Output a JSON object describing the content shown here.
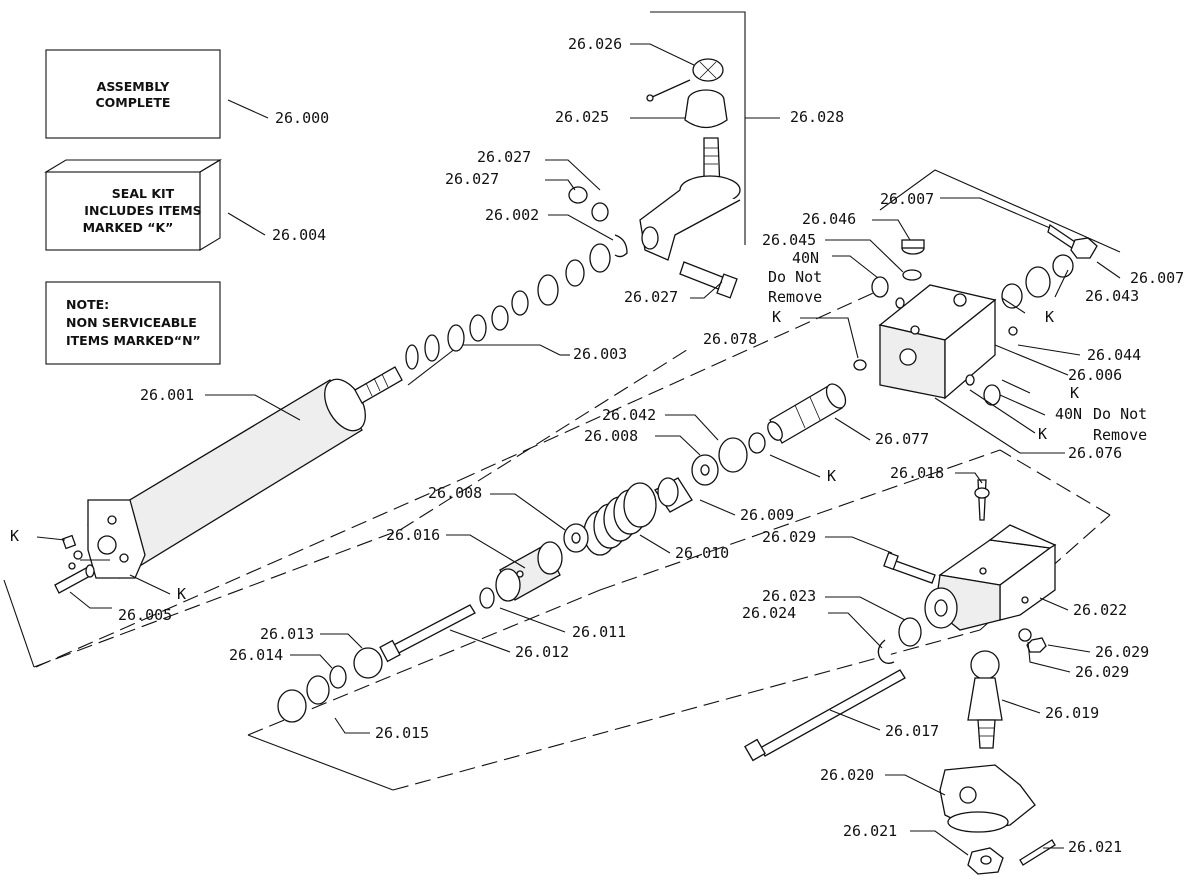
{
  "notes": {
    "assembly_line1": "ASSEMBLY",
    "assembly_line2": "COMPLETE",
    "seal_line1": "SEAL    KIT",
    "seal_line2": "INCLUDES ITEMS",
    "seal_line3": "MARKED “K”",
    "note_line1": "NOTE:",
    "note_line2": "NON SERVICEABLE",
    "note_line3": "ITEMS MARKED“N”"
  },
  "labels": {
    "p26000": "26.000",
    "p26004": "26.004",
    "p26026": "26.026",
    "p26025": "26.025",
    "p26028": "26.028",
    "p26027a": "26.027",
    "p26027b": "26.027",
    "p26027c": "26.027",
    "p26002": "26.002",
    "p26003": "26.003",
    "p26001": "26.001",
    "p26005": "26.005",
    "k1": "K",
    "k2": "K",
    "p26046": "26.046",
    "p26045": "26.045",
    "n40a": "40N",
    "donot1": "Do Not",
    "remove1": "Remove",
    "p26007a": "26.007",
    "p26007b": "26.007",
    "p26043": "26.043",
    "k3": "K",
    "k4": "K",
    "p26078": "26.078",
    "p26044": "26.044",
    "p26006": "26.006",
    "k5": "K",
    "n40b": "40N",
    "donot2": "Do Not",
    "remove2": "Remove",
    "k6": "K",
    "p26076": "26.076",
    "p26077": "26.077",
    "p26042": "26.042",
    "p26008a": "26.008",
    "k7": "K",
    "p26008b": "26.008",
    "p26009": "26.009",
    "p26010": "26.010",
    "p26016": "26.016",
    "p26011": "26.011",
    "p26012": "26.012",
    "p26013": "26.013",
    "p26014": "26.014",
    "p26015": "26.015",
    "p26018": "26.018",
    "p26029a": "26.029",
    "p26022": "26.022",
    "p26023": "26.023",
    "p26024": "26.024",
    "p26029b": "26.029",
    "p26029c": "26.029",
    "p26019": "26.019",
    "p26017": "26.017",
    "p26020": "26.020",
    "p26021a": "26.021",
    "p26021b": "26.021"
  }
}
